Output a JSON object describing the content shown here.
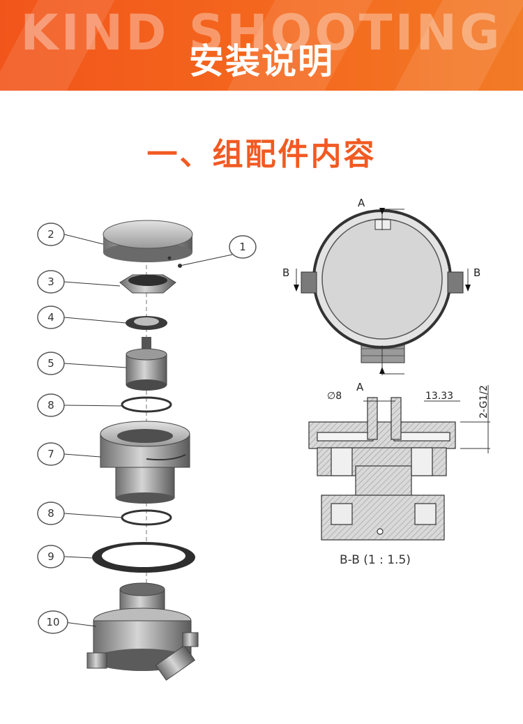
{
  "banner": {
    "brand_text": "KIND SHOOTING",
    "title": "安装说明",
    "color": "#f15a22"
  },
  "section": {
    "title": "一、组配件内容",
    "color": "#f15a22"
  },
  "exploded_view": {
    "callouts": [
      "1",
      "2",
      "3",
      "4",
      "5",
      "8",
      "7",
      "8",
      "9",
      "10"
    ]
  },
  "section_drawing": {
    "top_label_a": "A",
    "left_label_b": "B",
    "right_label_b": "B",
    "bottom_label_a": "A",
    "diameter_label": "∅8",
    "dim_13": "13.33",
    "thread_label": "2-G1/2",
    "caption": "B-B (1 : 1.5)"
  }
}
